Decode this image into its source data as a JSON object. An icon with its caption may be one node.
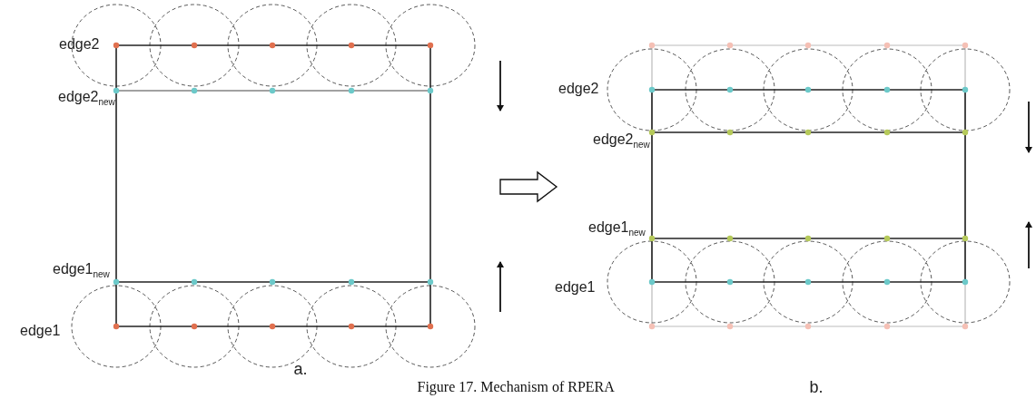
{
  "diagram": {
    "caption": "Figure 17. Mechanism of RPERA",
    "labels": [
      "edge2",
      "edge2$_{new}$",
      "edge1$_{new}$",
      "edge1",
      "a.",
      "edge2",
      "edge2$_{new}$",
      "edge1$_{new}$",
      "edge1",
      "b."
    ]
  }
}
